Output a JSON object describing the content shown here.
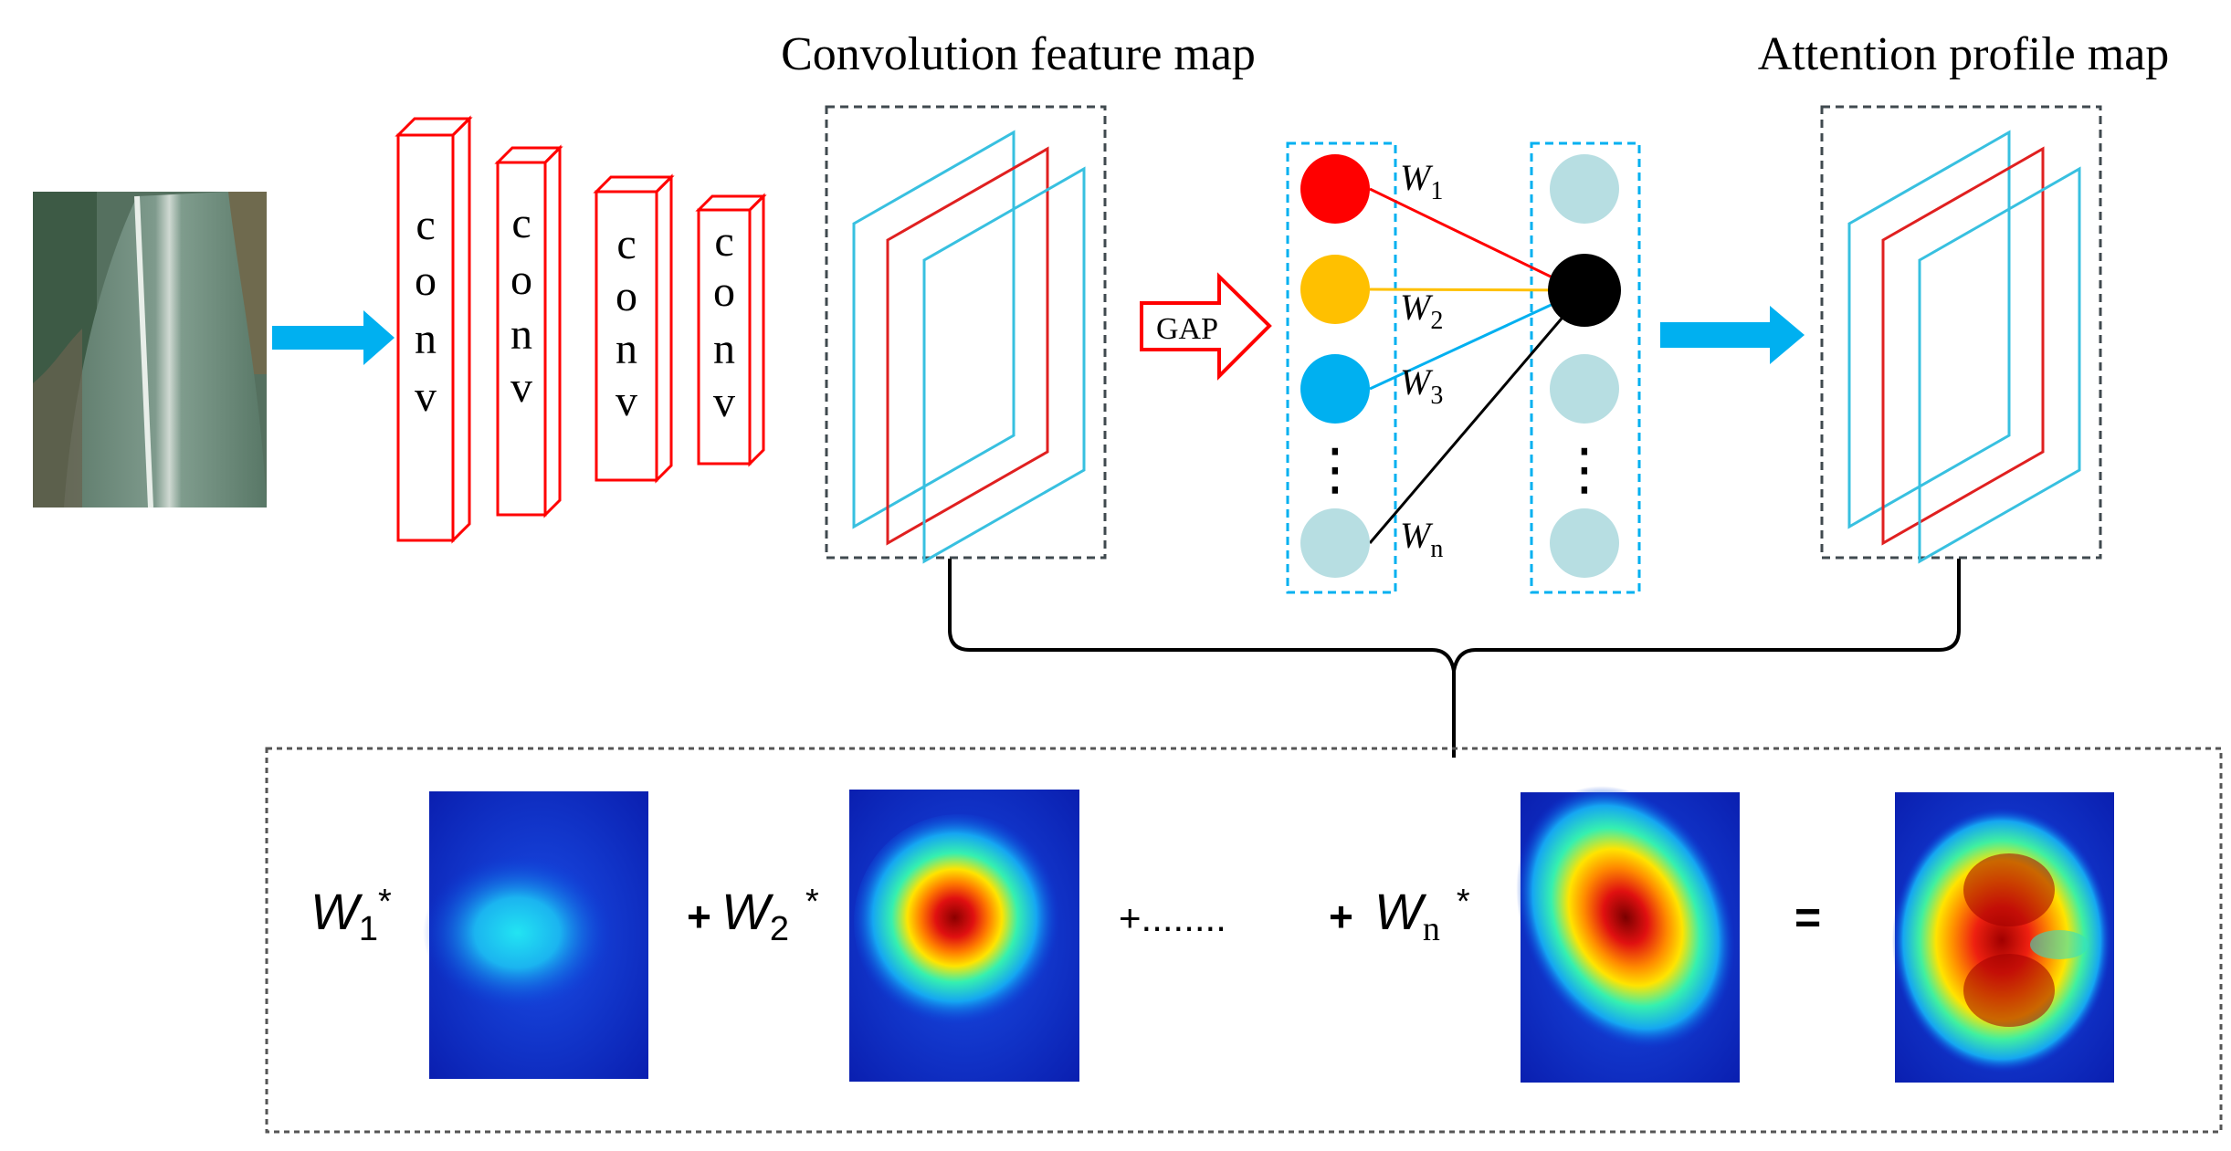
{
  "titles": {
    "conv_feature_map": "Convolution feature map",
    "attention_profile_map": "Attention profile map"
  },
  "conv_blocks": [
    {
      "letters": [
        "c",
        "o",
        "n",
        "v"
      ]
    },
    {
      "letters": [
        "c",
        "o",
        "n",
        "v"
      ]
    },
    {
      "letters": [
        "c",
        "o",
        "n",
        "v"
      ]
    },
    {
      "letters": [
        "c",
        "o",
        "n",
        "v"
      ]
    }
  ],
  "gap_label": "GAP",
  "weights": [
    {
      "letter": "W",
      "sub": "1",
      "color": "#ff0000"
    },
    {
      "letter": "W",
      "sub": "2",
      "color": "#ffc000"
    },
    {
      "letter": "W",
      "sub": "3",
      "color": "#00b0f0"
    },
    {
      "letter": "W",
      "sub": "n",
      "color": "#000000"
    }
  ],
  "ellipsis": "⋮",
  "equation": {
    "term1": {
      "letter": "W",
      "sub": "1",
      "op": "*"
    },
    "plus1": "+",
    "term2": {
      "letter": "W",
      "sub": "2",
      "op": "*"
    },
    "plus_dots": "+........",
    "plus3": "+",
    "term3": {
      "letter": "W",
      "sub": "n",
      "op": "*"
    },
    "equals": "="
  },
  "colors": {
    "arrow_blue": "#00b0f0",
    "conv_red": "#ff0000",
    "dashed_blue": "#00b0f0",
    "dashed_gray": "#404a4f",
    "light_node": "#b7dee2",
    "heatmap_bg": "#0a1fb0"
  },
  "icons": {
    "input_image": "corn-leaf-photo",
    "arrow": "right-arrow",
    "gap_arrow": "outlined-right-arrow"
  }
}
